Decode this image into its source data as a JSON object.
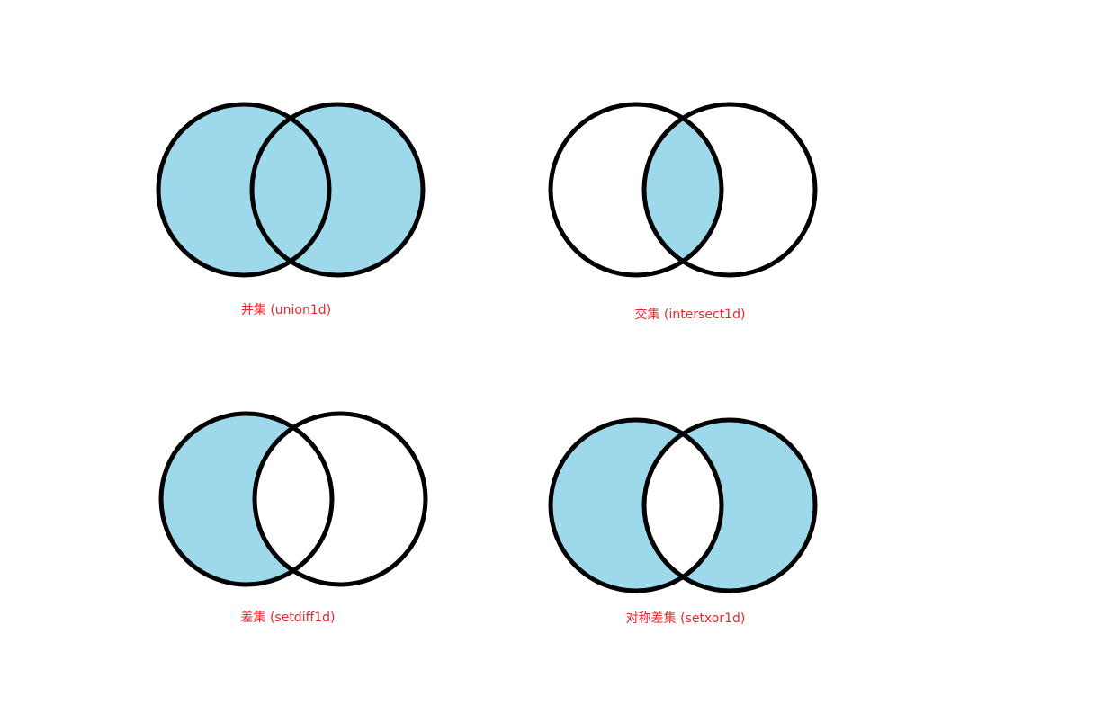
{
  "colors": {
    "fill": "#9dd9ea",
    "stroke": "#000000",
    "caption": "#e8262d",
    "background": "#ffffff"
  },
  "diagrams": [
    {
      "id": "union",
      "caption": "并集 (union1d)",
      "shaded_regions": [
        "a_only",
        "intersection",
        "b_only"
      ]
    },
    {
      "id": "intersection",
      "caption": "交集 (intersect1d)",
      "shaded_regions": [
        "intersection"
      ]
    },
    {
      "id": "difference",
      "caption": "差集 (setdiff1d)",
      "shaded_regions": [
        "a_only"
      ]
    },
    {
      "id": "symmetric-difference",
      "caption": "对称差集 (setxor1d)",
      "shaded_regions": [
        "a_only",
        "b_only"
      ]
    }
  ]
}
